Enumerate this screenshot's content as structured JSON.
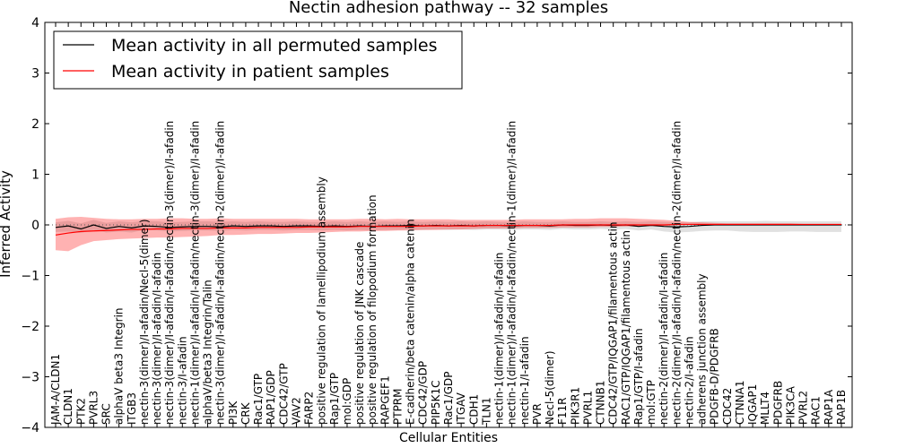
{
  "chart_data": {
    "type": "line",
    "title": "Nectin adhesion pathway -- 32 samples",
    "xlabel": "Cellular Entities",
    "ylabel": "Inferred Activity",
    "ylim": [
      -4,
      4
    ],
    "yticks": [
      -4,
      -3,
      -2,
      -1,
      0,
      1,
      2,
      3,
      4
    ],
    "ytick_labels": [
      "−4",
      "−3",
      "−2",
      "−1",
      "0",
      "1",
      "2",
      "3",
      "4"
    ],
    "grid": false,
    "legend_position": "top-left",
    "colors": {
      "permuted": "#000000",
      "patient": "#ff0000",
      "patient_band": "#ff0000",
      "permuted_band": "#aaaaaa"
    },
    "categories": [
      "JAM-A/CLDN1",
      "CLDN1",
      "PTK2",
      "PVRL3",
      "SRC",
      "alphaV beta3 Integrin",
      "ITGB3",
      "nectin-3(dimer)/I-afadin/Necl-5(dimer)",
      "nectin-3(dimer)/I-afadin/I-afadin",
      "nectin-3(dimer)/I-afadin/I-afadin/nectin-3(dimer)/I-afadin",
      "nectin-3/I-afadin",
      "nectin-1(dimer)/I-afadin/I-afadin/nectin-3(dimer)/I-afadin",
      "alphaV/beta3 Integrin/Talin",
      "nectin-3(dimer)/I-afadin/I-afadin/nectin-2(dimer)/I-afadin",
      "PI3K",
      "CRK",
      "Rac1/GTP",
      "RAP1/GDP",
      "CDC42/GTP",
      "VAV2",
      "FARP2",
      "positive regulation of lamellipodium assembly",
      "Rap1/GTP",
      "mol:GDP",
      "positive regulation of JNK cascade",
      "positive regulation of filopodium formation",
      "RAPGEF1",
      "PTPRM",
      "E-cadherin/beta catenin/alpha catenin",
      "CDC42/GDP",
      "PIP5K1C",
      "Rac1/GDP",
      "ITGAV",
      "CDH1",
      "TLN1",
      "nectin-1(dimer)/I-afadin/I-afadin",
      "nectin-1(dimer)/I-afadin/I-afadin/nectin-1(dimer)/I-afadin",
      "nectin-1/I-afadin",
      "PVR",
      "Necl-5(dimer)",
      "F11R",
      "PIK3R1",
      "PVRL1",
      "CTNNB1",
      "CDC42/GTP/IQGAP1/filamentous actin",
      "RAC1/GTP/IQGAP1/filamentous actin",
      "Rap1/GTP/I-afadin",
      "mol:GTP",
      "nectin-2(dimer)/I-afadin/I-afadin",
      "nectin-2(dimer)/I-afadin/I-afadin/nectin-2(dimer)/I-afadin",
      "nectin-2/I-afadin",
      "adherens junction assembly",
      "PDGFB-D/PDGFRB",
      "CDC42",
      "CTNNA1",
      "IQGAP1",
      "MLLT4",
      "PDGFRB",
      "PIK3CA",
      "PVRL2",
      "RAC1",
      "RAP1A",
      "RAP1B"
    ],
    "series": [
      {
        "name": "Mean activity in all permuted samples",
        "color": "#000000",
        "values": [
          -0.05,
          -0.02,
          -0.08,
          0.0,
          -0.07,
          -0.03,
          -0.06,
          -0.02,
          -0.03,
          -0.05,
          -0.04,
          -0.03,
          -0.03,
          -0.04,
          -0.02,
          -0.03,
          -0.02,
          -0.02,
          -0.03,
          -0.02,
          -0.02,
          -0.03,
          -0.02,
          -0.03,
          -0.02,
          -0.03,
          -0.02,
          -0.02,
          -0.01,
          -0.02,
          -0.01,
          -0.02,
          -0.01,
          -0.02,
          -0.01,
          -0.01,
          -0.02,
          -0.01,
          -0.01,
          -0.02,
          0.0,
          -0.01,
          -0.01,
          0.0,
          -0.01,
          0.0,
          -0.03,
          -0.01,
          -0.03,
          -0.04,
          -0.03,
          -0.01,
          0.0,
          0.0,
          0.0,
          0.0,
          0.0,
          0.0,
          0.0,
          0.0,
          0.0,
          0.0,
          0.0
        ],
        "lower": [
          -0.14,
          -0.13,
          -0.16,
          -0.1,
          -0.15,
          -0.13,
          -0.15,
          -0.1,
          -0.11,
          -0.13,
          -0.12,
          -0.11,
          -0.11,
          -0.12,
          -0.1,
          -0.11,
          -0.1,
          -0.1,
          -0.11,
          -0.1,
          -0.1,
          -0.11,
          -0.1,
          -0.11,
          -0.1,
          -0.11,
          -0.1,
          -0.1,
          -0.09,
          -0.1,
          -0.09,
          -0.1,
          -0.09,
          -0.1,
          -0.09,
          -0.09,
          -0.1,
          -0.09,
          -0.09,
          -0.1,
          -0.08,
          -0.09,
          -0.09,
          -0.08,
          -0.09,
          -0.08,
          -0.11,
          -0.09,
          -0.13,
          -0.15,
          -0.14,
          -0.12,
          -0.11,
          -0.11,
          -0.13,
          -0.14,
          -0.14,
          -0.14,
          -0.13,
          -0.13,
          -0.14,
          -0.14,
          -0.14
        ],
        "upper": [
          0.05,
          0.08,
          0.03,
          0.1,
          0.04,
          0.07,
          0.05,
          0.08,
          0.07,
          0.05,
          0.06,
          0.07,
          0.07,
          0.06,
          0.07,
          0.06,
          0.07,
          0.06,
          0.06,
          0.07,
          0.06,
          0.06,
          0.07,
          0.06,
          0.07,
          0.06,
          0.07,
          0.06,
          0.07,
          0.06,
          0.07,
          0.06,
          0.07,
          0.06,
          0.07,
          0.06,
          0.06,
          0.07,
          0.06,
          0.06,
          0.07,
          0.06,
          0.06,
          0.07,
          0.06,
          0.07,
          0.06,
          0.07,
          0.06,
          0.05,
          0.05,
          0.07,
          0.07,
          0.07,
          0.07,
          0.07,
          0.08,
          0.07,
          0.07,
          0.07,
          0.07,
          0.07,
          0.07
        ]
      },
      {
        "name": "Mean activity in patient samples",
        "color": "#ff0000",
        "values": [
          -0.2,
          -0.16,
          -0.13,
          -0.12,
          -0.11,
          -0.1,
          -0.09,
          -0.09,
          -0.08,
          -0.08,
          -0.07,
          -0.07,
          -0.07,
          -0.06,
          -0.06,
          -0.06,
          -0.05,
          -0.05,
          -0.05,
          -0.05,
          -0.04,
          -0.04,
          -0.04,
          -0.04,
          -0.03,
          -0.03,
          -0.03,
          -0.03,
          -0.03,
          -0.02,
          -0.02,
          -0.02,
          -0.02,
          -0.02,
          -0.01,
          -0.01,
          -0.01,
          -0.01,
          -0.01,
          -0.01,
          0.0,
          0.0,
          0.0,
          0.0,
          0.0,
          0.0,
          0.0,
          0.0,
          0.0,
          0.01,
          0.01,
          0.01,
          0.01,
          0.01,
          0.01,
          0.01,
          0.01,
          0.01,
          0.01,
          0.01,
          0.01,
          0.01,
          0.01
        ],
        "lower": [
          -0.5,
          -0.52,
          -0.4,
          -0.32,
          -0.3,
          -0.28,
          -0.27,
          -0.26,
          -0.25,
          -0.25,
          -0.24,
          -0.23,
          -0.22,
          -0.2,
          -0.2,
          -0.19,
          -0.18,
          -0.18,
          -0.17,
          -0.16,
          -0.16,
          -0.15,
          -0.14,
          -0.13,
          -0.13,
          -0.12,
          -0.12,
          -0.11,
          -0.11,
          -0.1,
          -0.1,
          -0.09,
          -0.09,
          -0.08,
          -0.07,
          -0.07,
          -0.07,
          -0.06,
          -0.06,
          -0.06,
          -0.05,
          -0.05,
          -0.05,
          -0.04,
          -0.04,
          -0.03,
          -0.03,
          -0.02,
          -0.02,
          -0.01,
          0.0,
          0.0,
          0.0,
          0.0,
          0.0,
          0.0,
          0.0,
          0.0,
          0.0,
          0.0,
          0.0,
          0.0,
          0.0
        ],
        "upper": [
          0.12,
          0.15,
          0.16,
          0.14,
          0.12,
          0.11,
          0.11,
          0.12,
          0.12,
          0.13,
          0.13,
          0.12,
          0.12,
          0.13,
          0.12,
          0.12,
          0.12,
          0.12,
          0.12,
          0.12,
          0.11,
          0.11,
          0.11,
          0.11,
          0.12,
          0.12,
          0.11,
          0.12,
          0.11,
          0.11,
          0.11,
          0.11,
          0.1,
          0.1,
          0.1,
          0.1,
          0.1,
          0.11,
          0.11,
          0.11,
          0.11,
          0.12,
          0.12,
          0.13,
          0.13,
          0.13,
          0.12,
          0.11,
          0.1,
          0.08,
          0.06,
          0.05,
          0.04,
          0.03,
          0.03,
          0.03,
          0.03,
          0.03,
          0.03,
          0.02,
          0.02,
          0.02,
          0.02
        ]
      }
    ]
  }
}
